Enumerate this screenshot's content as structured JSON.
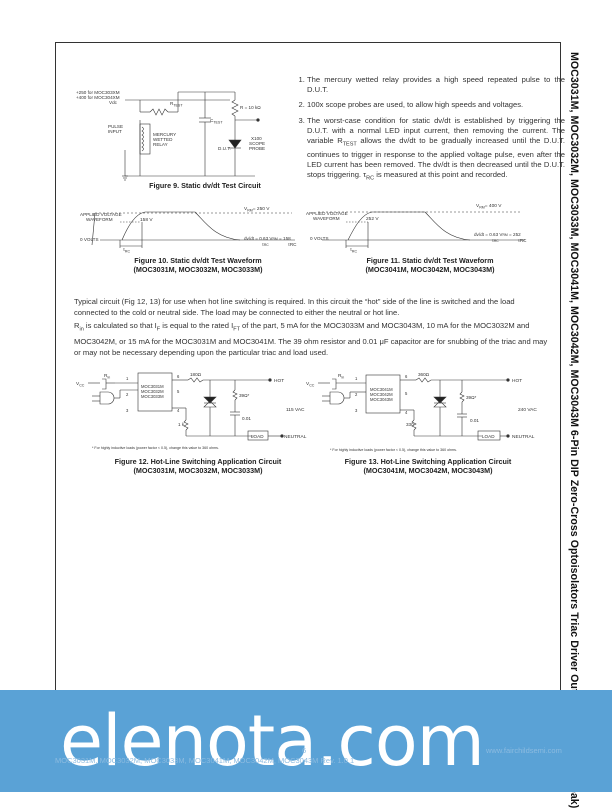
{
  "side_title": "MOC3031M, MOC3032M, MOC3033M, MOC3041M, MOC3042M, MOC3043M 6-Pin DIP Zero-Cross Optoisolators Triac Driver Output (250/400 Volt Peak)",
  "notes": [
    "The mercury wetted relay provides a high speed repeated pulse to the D.U.T.",
    "100x scope probes are used, to allow high speeds and voltages.",
    "The worst-case condition for static dv/dt is established by triggering the D.U.T. with a normal LED input current, then removing the current. The variable R",
    "TEST",
    " allows the dv/dt to be gradually increased until the D.U.T. continues to trigger in response to the applied voltage pulse, even after the LED current has been removed. The dv/dt is then decreased until the D.U.T. stops triggering. τ",
    "RC",
    " is measured at this point and recorded."
  ],
  "fig9": {
    "caption": "Figure 9. Static dv/dt Test Circuit",
    "labels": [
      "+250 for MOC303XM",
      "+400 for MOC304XM",
      "Vdc",
      "R",
      "TEST",
      "R = 10 kΩ",
      "C",
      "TEST",
      "PULSE",
      "INPUT",
      "MERCURY",
      "WETTED",
      "RELAY",
      "D.U.T.",
      "X100",
      "SCOPE",
      "PROBE"
    ]
  },
  "fig10": {
    "caption1": "Figure 10. Static dv/dt Test Waveform",
    "caption2": "(MOC3031M, MOC3032M, MOC3033M)",
    "vrm": "V",
    "vrm_sub": "RM",
    "vrm_val": "= 250 V",
    "applied1": "APPLIED VOLTAGE",
    "applied2": "WAVEFORM",
    "level": "158 V",
    "zero": "0 VOLTS",
    "tau": "τ",
    "tau_sub": "RC",
    "formula_a": "dv/dt = ",
    "formula_num": "0.63 V",
    "formula_num_sub": "RM",
    "formula_mid": " = ",
    "formula_num2": "158",
    "formula_den2": "τRC"
  },
  "fig11": {
    "caption1": "Figure 11. Static dv/dt Test Waveform",
    "caption2": "(MOC3041M, MOC3042M, MOC3043M)",
    "vrm": "V",
    "vrm_sub": "RM",
    "vrm_val": "= 400 V",
    "applied1": "APPLIED VOLTAGE",
    "applied2": "WAVEFORM",
    "level": "252 V",
    "zero": "0 VOLTS",
    "tau": "τ",
    "tau_sub": "RC",
    "formula_a": "dv/dt = ",
    "formula_num": "0.63 V",
    "formula_num_sub": "RM",
    "formula_mid": " = ",
    "formula_num2": "252",
    "formula_den2": "τRC"
  },
  "para1": "Typical circuit (Fig 12, 13) for use when hot line switching is required. In this circuit the “hot” side of the line is switched and the load connected to the cold or neutral side. The load may be connected to either the neutral or hot line.",
  "para2": {
    "p1": "R",
    "p1_sub": "in",
    "p2": " is calculated so that I",
    "p2_sub": "F",
    "p3": " is equal to the rated I",
    "p3_sub": "FT",
    "p4": " of the part, 5 mA for the MOC3033M and MOC3043M, 10 mA for the MOC3032M and MOC3042M, or 15 mA for the MOC3031M and MOC3041M. The 39 ohm resistor and 0.01 μF capacitor are for snubbing of the triac and may or may not be necessary depending upon the particular triac and load used."
  },
  "fig12": {
    "caption1": "Figure 12. Hot-Line Switching Application Circuit",
    "caption2": "(MOC3031M, MOC3032M, MOC3033M)",
    "ic": [
      "MOC3031M",
      "MOC3032M",
      "MOC3033M"
    ],
    "vcc": "V",
    "vcc_sub": "CC",
    "rin": "R",
    "rin_sub": "in",
    "r180": "180Ω",
    "r39": "39Ω",
    "star": "*",
    "c": "0.01",
    "r1k": "1 k",
    "hot": "HOT",
    "vac": "115 VAC",
    "load": "LOAD",
    "neutral": "NEUTRAL",
    "pins": [
      "1",
      "2",
      "3",
      "6",
      "5",
      "4"
    ],
    "footnote": "* For highly inductive loads (power factor < 0.5), change this value to 360 ohms."
  },
  "fig13": {
    "caption1": "Figure 13. Hot-Line Switching Application Circuit",
    "caption2": "(MOC3041M, MOC3042M, MOC3043M)",
    "ic": [
      "MOC3041M",
      "MOC3042M",
      "MOC3043M"
    ],
    "vcc": "V",
    "vcc_sub": "CC",
    "rin": "R",
    "rin_sub": "in",
    "r360": "360Ω",
    "r39": "39Ω",
    "star": "*",
    "c": "0.01",
    "r330": "330",
    "hot": "HOT",
    "vac": "240 VAC",
    "load": "LOAD",
    "neutral": "NEUTRAL",
    "pins": [
      "1",
      "2",
      "3",
      "6",
      "5",
      "4"
    ],
    "footnote": "* For highly inductive loads (power factor < 0.5), change this value to 360 ohms."
  },
  "page_number": "6",
  "footer_left": "MOC3031M, MOC3032M, MOC3033M, MOC3041M, MOC3042M, MOC3043M Rev. 1.0.1",
  "footer_right": "www.fairchildsemi.com",
  "banner_logo": "elenota.com",
  "colors": {
    "banner": "#5aa2d6",
    "logo": "#ffffff"
  }
}
